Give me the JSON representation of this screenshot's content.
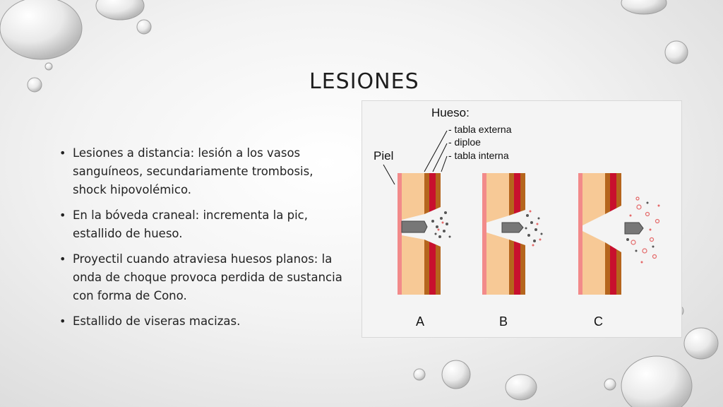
{
  "slide": {
    "title": "LESIONES",
    "bullets": [
      "Lesiones a distancia: lesión a los vasos sanguíneos, secundariamente trombosis, shock hipovolémico.",
      "En la bóveda craneal: incrementa la pic, estallido de hueso.",
      "Proyectil cuando atraviesa huesos planos: la onda de choque provoca perdida de sustancia con forma de Cono.",
      "Estallido de viseras macizas."
    ]
  },
  "figure": {
    "hueso_label": "Hueso:",
    "layers": [
      "- tabla externa",
      "- diploe",
      "- tabla interna"
    ],
    "piel_label": "Piel",
    "panels": [
      "A",
      "B",
      "C"
    ]
  },
  "colors": {
    "skin": "#f7c996",
    "skin_edge": "#f28a8a",
    "bone_table": "#b5651d",
    "diploe": "#c8102e",
    "bullet": "#777777"
  }
}
